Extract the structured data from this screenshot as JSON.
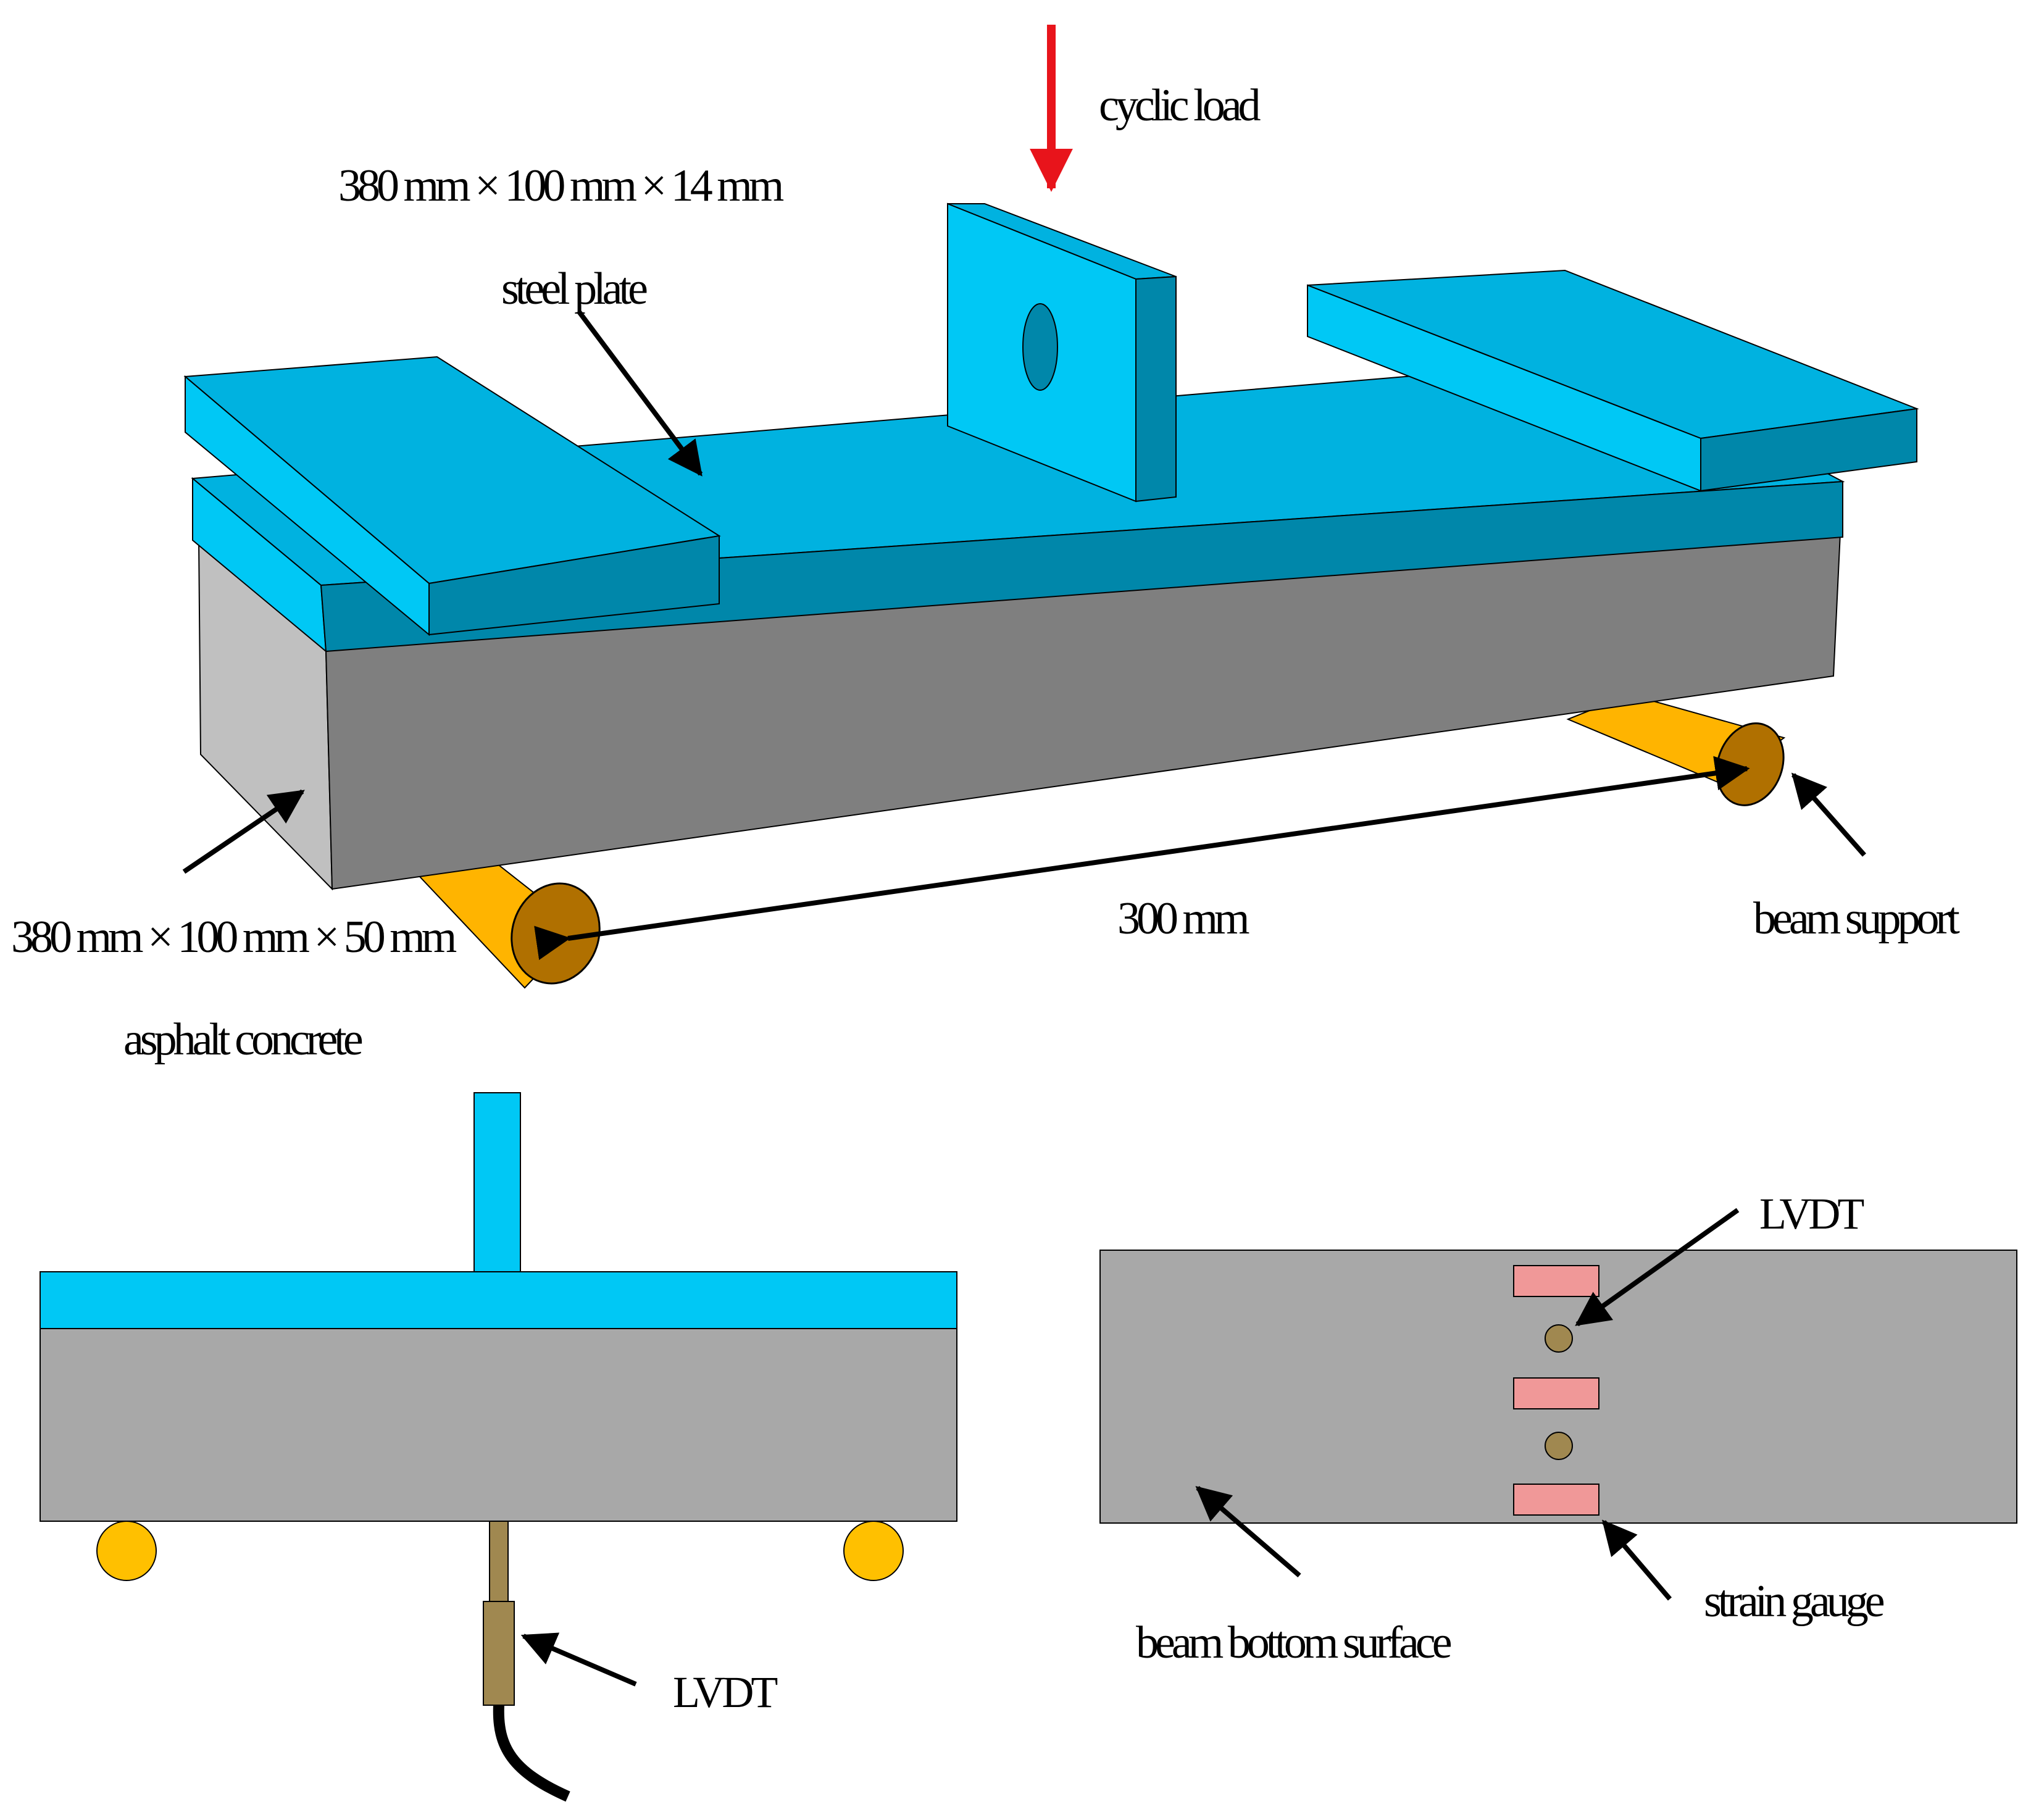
{
  "labels": {
    "cyclic_load": "cyclic load",
    "plate_dims": "380 mm × 100 mm × 14 mm",
    "steel_plate": "steel plate",
    "beam_dims": "380 mm × 100 mm × 50 mm",
    "span": "300 mm",
    "beam_support": "beam support",
    "asphalt_concrete": "asphalt concrete",
    "lvdt_side": "LVDT",
    "lvdt_bottom": "LVDT",
    "strain_gauge": "strain gauge",
    "beam_bottom_surface": "beam bottom surface"
  },
  "colors": {
    "load_arrow": "#e8141b",
    "steel_top": "#00b2e0",
    "steel_front": "#00c8f5",
    "steel_dark": "#0087aa",
    "beam_front": "#7f7f7f",
    "beam_side": "#c0c0c0",
    "beam_flat": "#a8a8a8",
    "support_roller": "#ffb400",
    "support_end": "#b07000",
    "lvdt_body": "#a08850",
    "strain_gauge": "#f09898"
  }
}
